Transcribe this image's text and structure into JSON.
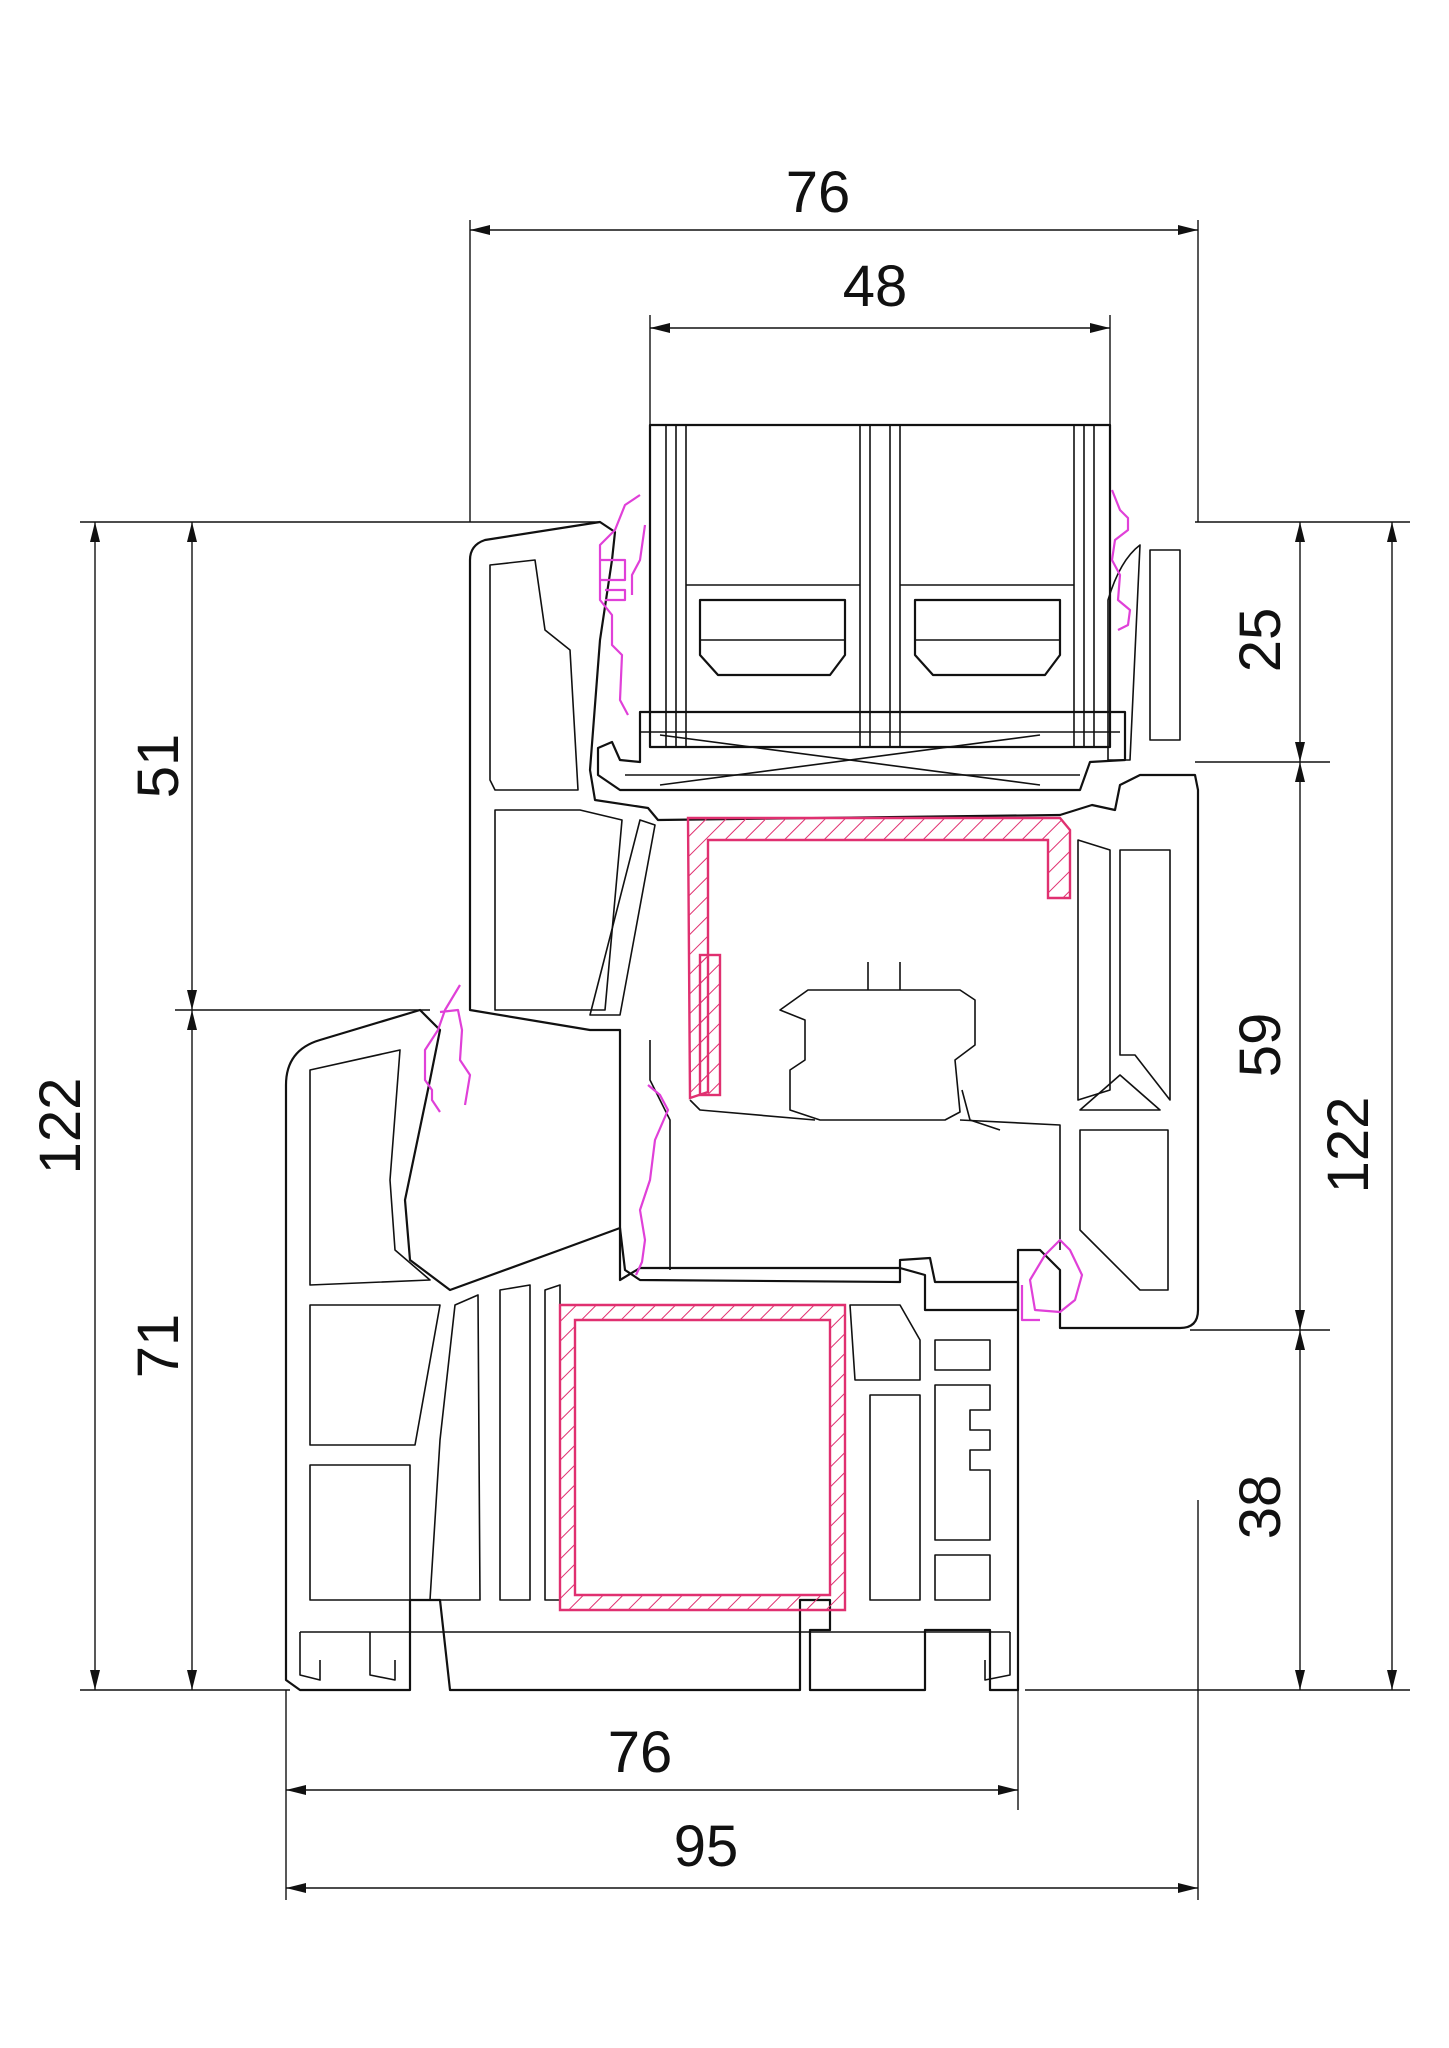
{
  "colors": {
    "line": "#111111",
    "gasket": "#e040d8",
    "reinforcement": "#e03070",
    "background": "#ffffff"
  },
  "dimensions": {
    "top_overall_width": "76",
    "glazing_width": "48",
    "left_total_height": "122",
    "left_upper_height": "51",
    "left_lower_height": "71",
    "right_top_height": "25",
    "right_middle_height": "59",
    "right_bottom_height": "38",
    "right_total_height": "122",
    "bottom_frame_width": "76",
    "bottom_overall_width": "95"
  }
}
